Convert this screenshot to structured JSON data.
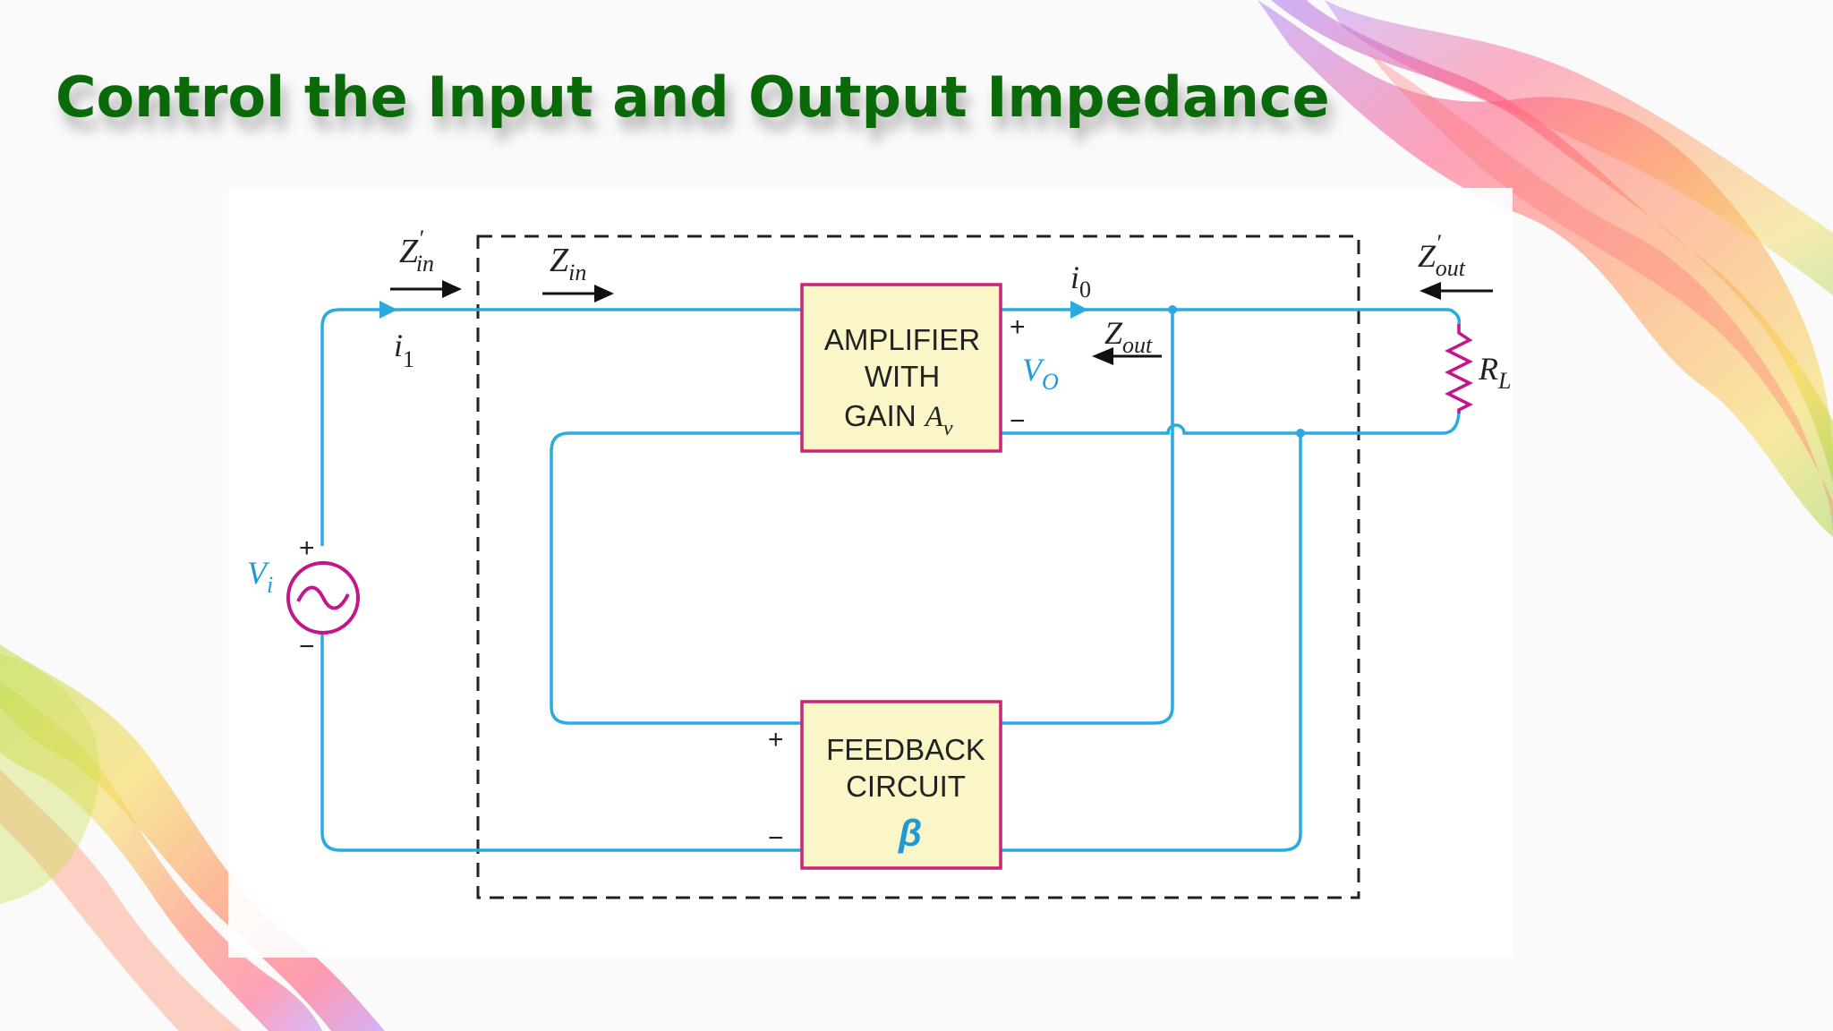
{
  "slide": {
    "title": "Control the Input and Output Impedance"
  },
  "diagram": {
    "amplifier": {
      "line1": "AMPLIFIER",
      "line2": "WITH",
      "line3": "GAIN",
      "gain_symbol": "A",
      "gain_sub": "v"
    },
    "feedback": {
      "line1": "FEEDBACK",
      "line2": "CIRCUIT",
      "symbol": "β"
    },
    "labels": {
      "z_in_prime": {
        "main": "Z",
        "sub": "in",
        "prime": "′"
      },
      "z_in": {
        "main": "Z",
        "sub": "in"
      },
      "i1": {
        "main": "i",
        "sub": "1"
      },
      "i0": {
        "main": "i",
        "sub": "0"
      },
      "z_out": {
        "main": "Z",
        "sub": "out"
      },
      "z_out_prime": {
        "main": "Z",
        "sub": "out",
        "prime": "′"
      },
      "vo": {
        "main": "V",
        "sub": "O"
      },
      "rl": {
        "main": "R",
        "sub": "L"
      },
      "vi": {
        "main": "V",
        "sub": "i"
      }
    },
    "signs": {
      "plus": "+",
      "minus": "−"
    },
    "colors": {
      "wire": "#29abe2",
      "box_border": "#cc2277",
      "box_fill": "#fbf6c8",
      "resistor": "#c2168a",
      "title": "#0a6a0a",
      "accent_text": "#1e9bd7"
    }
  }
}
